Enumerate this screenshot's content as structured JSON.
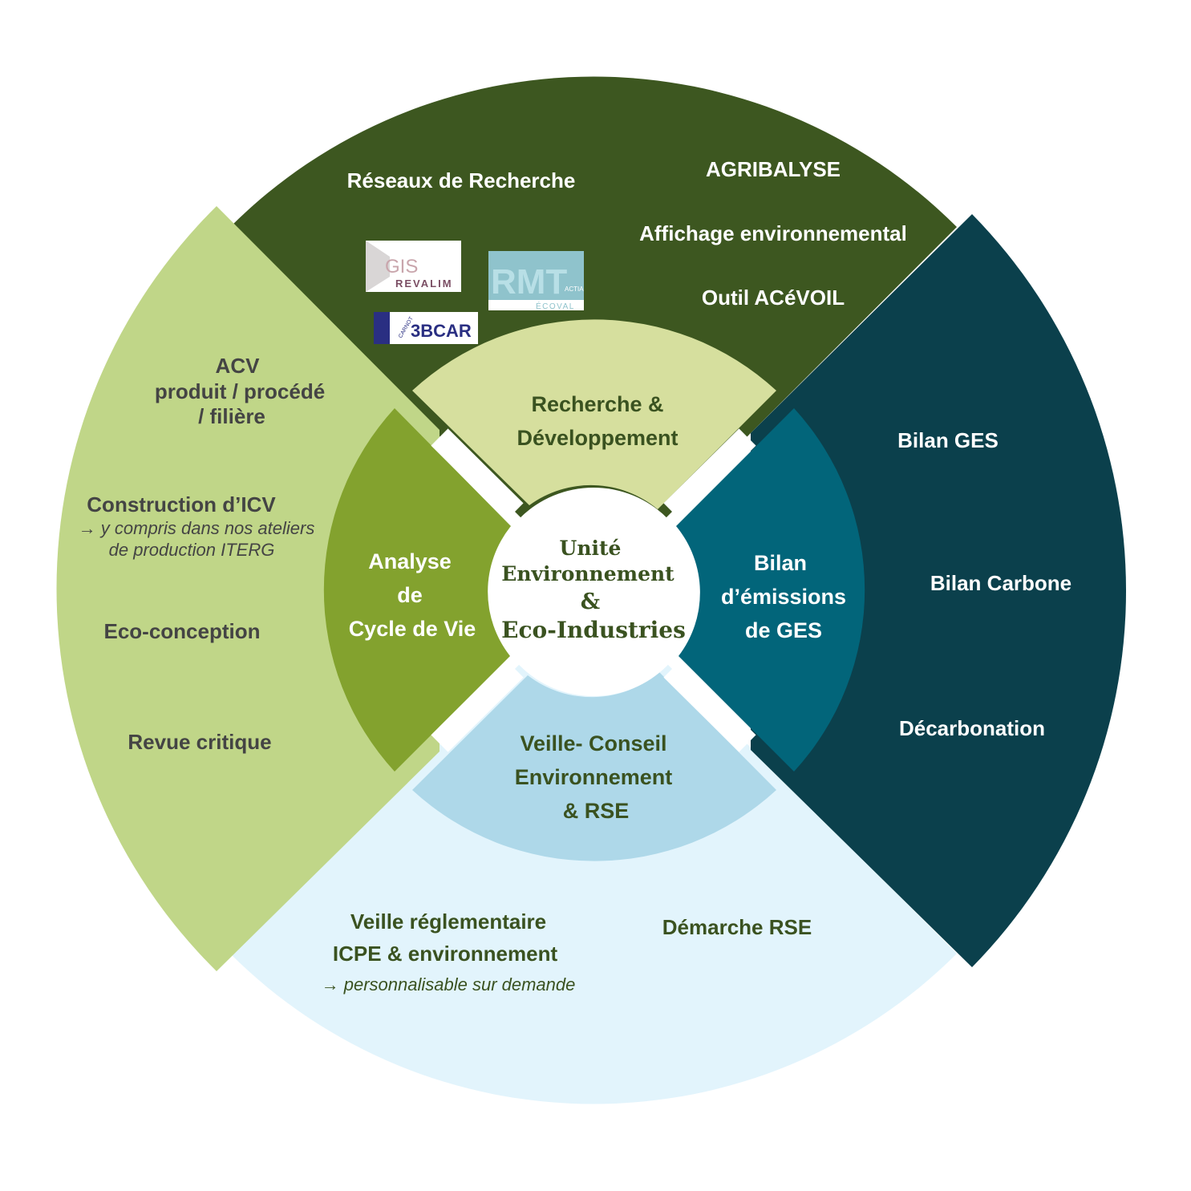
{
  "center": {
    "line1": "Unité",
    "line2": "Environnement",
    "line3": "&",
    "line4": "Eco-Industries"
  },
  "quadrants": {
    "top": {
      "inner": [
        "Recherche &",
        "Développement"
      ],
      "items": {
        "reseaux": "Réseaux de Recherche",
        "agribalyse": "AGRIBALYSE",
        "affichage": "Affichage environnemental",
        "acevoil": "Outil ACéVOIL"
      }
    },
    "left": {
      "inner": [
        "Analyse",
        "de",
        "Cycle de Vie"
      ],
      "items": {
        "acv": [
          "ACV",
          "produit / procédé",
          "/ filière"
        ],
        "icv_title": "Construction d’ICV",
        "icv_note1": "→ y compris dans nos ateliers",
        "icv_note2": "de production ITERG",
        "eco": "Eco-conception",
        "revue": "Revue critique"
      }
    },
    "right": {
      "inner": [
        "Bilan",
        "d’émissions",
        "de GES"
      ],
      "items": {
        "bilan_ges": "Bilan GES",
        "bilan_carbone": "Bilan Carbone",
        "decarbonation": "Décarbonation"
      }
    },
    "bottom": {
      "inner": [
        "Veille- Conseil",
        "Environnement",
        "& RSE"
      ],
      "items": {
        "veille1": "Veille réglementaire",
        "veille2": "ICPE & environnement",
        "veille_note": "→ personnalisable sur demande",
        "rse": "Démarche RSE"
      }
    }
  },
  "logos": {
    "gis": [
      "GIS",
      "REVALIM"
    ],
    "rmt": [
      "RMT",
      "ACTIA",
      "ÉCOVAL"
    ],
    "bcar": [
      "CARNOT",
      "3BCAR"
    ]
  },
  "colors": {
    "top_outer": "#3d5720",
    "top_inner": "#d6df9e",
    "left_outer": "#c0d688",
    "left_inner": "#83a22e",
    "right_outer": "#0b404c",
    "right_inner": "#02657a",
    "bottom_outer": "#e2f4fc",
    "bottom_inner": "#aed8e9",
    "text_dark_green": "#3a5220",
    "text_white": "#ffffff",
    "text_grey": "#444444"
  }
}
